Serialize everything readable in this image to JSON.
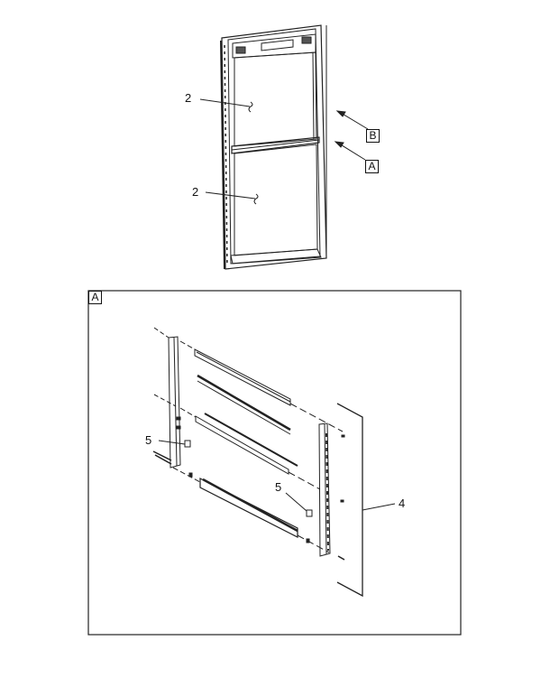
{
  "overview": {
    "callouts": [
      "2",
      "2"
    ],
    "view_labels": [
      "B",
      "A"
    ]
  },
  "detail": {
    "title": "A",
    "callouts": {
      "panel": "4",
      "fastener_left": "5",
      "fastener_right": "5"
    }
  },
  "colors": {
    "line": "#222222",
    "background": "#ffffff"
  }
}
